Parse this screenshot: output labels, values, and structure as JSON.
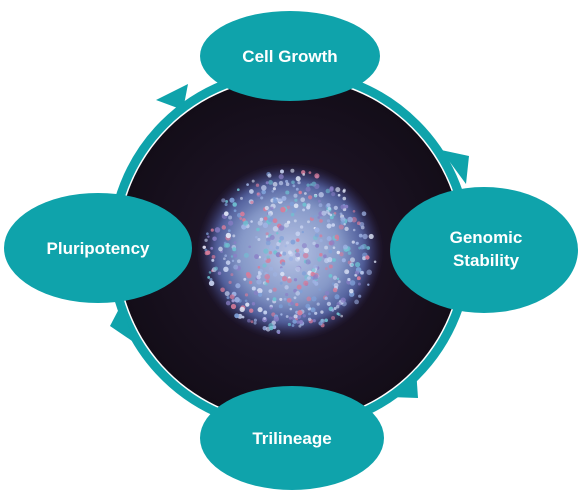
{
  "diagram": {
    "accent_color": "#0fa3ab",
    "center_background": "#1a1222",
    "center_image": "stem-cell-colony-fluorescence-micrograph",
    "nodes": {
      "top": {
        "label": "Cell Growth"
      },
      "right": {
        "line1": "Genomic",
        "line2": "Stability"
      },
      "bottom": {
        "label": "Trilineage"
      },
      "left": {
        "label": "Pluripotency"
      }
    },
    "arrows": [
      "clockwise-arrow-top-right",
      "clockwise-arrow-bottom-right",
      "clockwise-arrow-bottom-left",
      "clockwise-arrow-top-left"
    ]
  }
}
